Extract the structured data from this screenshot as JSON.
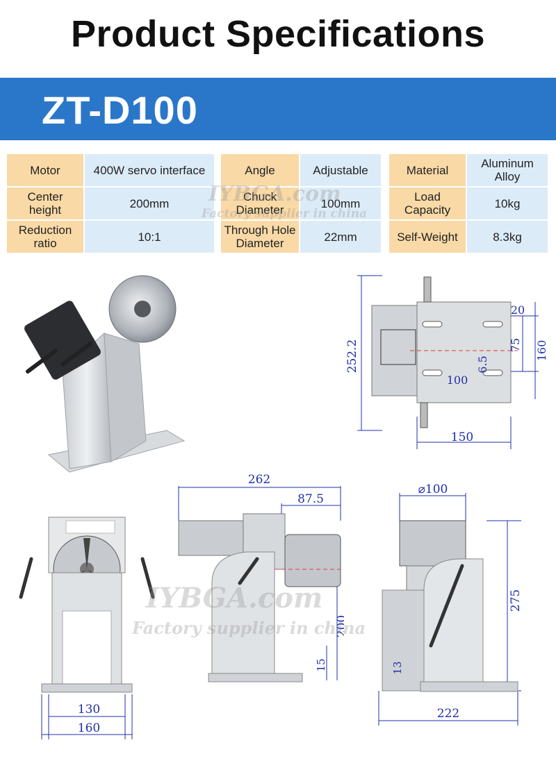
{
  "page_title": "Product Specifications",
  "model": "ZT-D100",
  "specs": {
    "motor_label": "Motor",
    "motor_value": "400W servo interface",
    "angle_label": "Angle",
    "angle_value": "Adjustable",
    "material_label": "Material",
    "material_value_1": "Aluminum",
    "material_value_2": "Alloy",
    "center_height_label_1": "Center",
    "center_height_label_2": "height",
    "center_height_value": "200mm",
    "chuck_label_1": "Chuck",
    "chuck_label_2": "Diameter",
    "chuck_value": "100mm",
    "load_label_1": "Load",
    "load_label_2": "Capacity",
    "load_value": "10kg",
    "reduction_label_1": "Reduction",
    "reduction_label_2": "ratio",
    "reduction_value": "10:1",
    "through_hole_label_1": "Through Hole",
    "through_hole_label_2": "Diameter",
    "through_hole_value": "22mm",
    "self_weight_label": "Self-Weight",
    "self_weight_value": "8.3kg"
  },
  "dimensions": {
    "top_height": "252.2",
    "top_width": "150",
    "top_20": "20",
    "top_75": "75",
    "top_160": "160",
    "top_6_5": "6.5",
    "top_100": "100",
    "front_130": "130",
    "front_160": "160",
    "side_262": "262",
    "side_87_5": "87.5",
    "side_200": "200",
    "side_15": "15",
    "right_diameter": "⌀100",
    "right_275": "275",
    "right_13": "13",
    "right_222": "222"
  },
  "watermark": {
    "brand": "IYBGA.com",
    "tagline": "Factory supplier in china"
  },
  "colors": {
    "banner": "#2a77c9",
    "label_bg": "#f9d9a6",
    "value_bg": "#dcebf8",
    "dimension_line": "#1f2fa8"
  }
}
